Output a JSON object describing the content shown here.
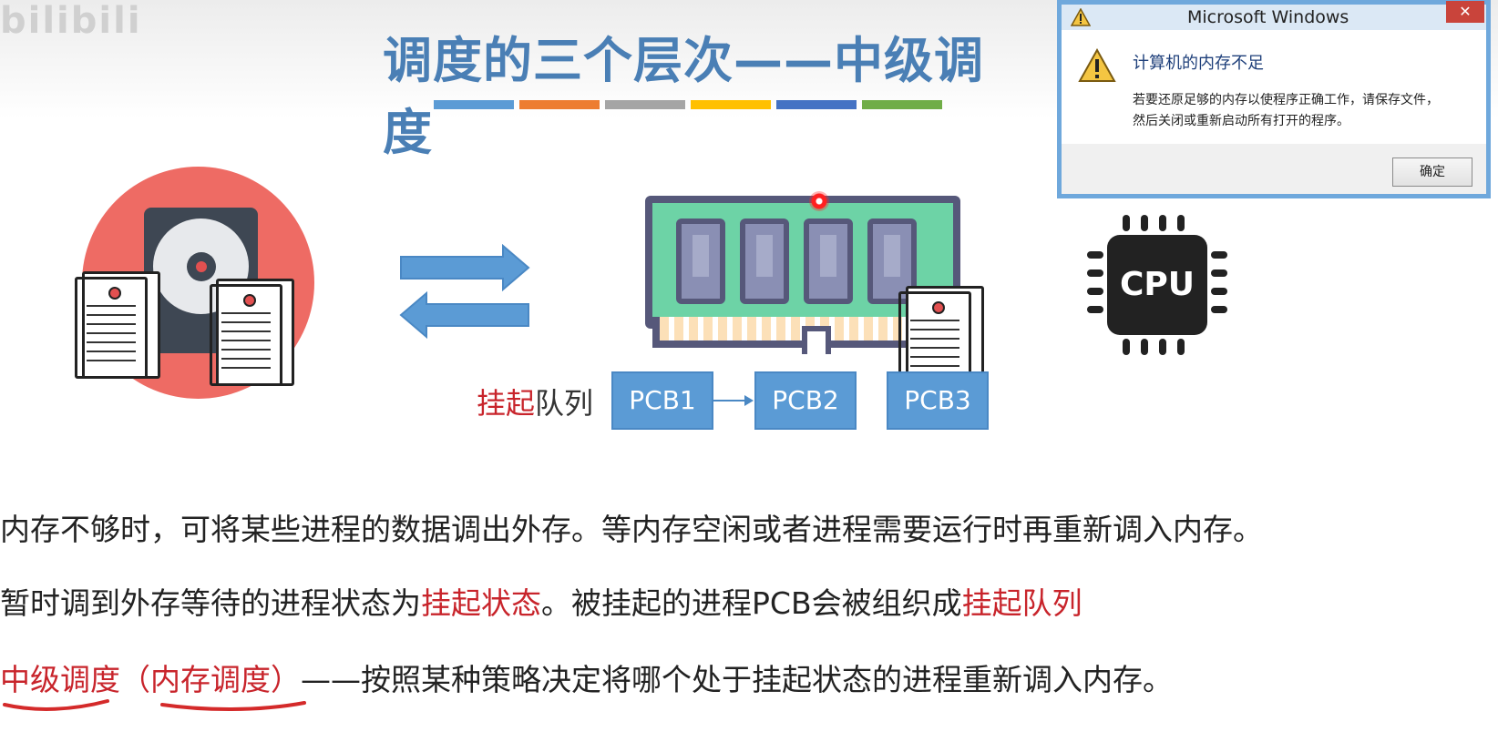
{
  "watermark": "bilibili",
  "slide": {
    "title": "调度的三个层次——中级调度",
    "stripe_colors": [
      "#5b9bd5",
      "#ed7d31",
      "#a5a5a5",
      "#ffc000",
      "#4472c4",
      "#70ad47"
    ]
  },
  "diagram": {
    "queue_label_red": "挂起",
    "queue_label_black": "队列",
    "pcb": [
      "PCB1",
      "PCB2",
      "PCB3"
    ],
    "cpu_label": "CPU",
    "icons": [
      "hard-disk-icon",
      "document-icon",
      "memory-icon",
      "cpu-icon",
      "swap-arrows-icon"
    ]
  },
  "dialog": {
    "window_title": "Microsoft Windows",
    "close_glyph": "✕",
    "heading": "计算机的内存不足",
    "message_line1": "若要还原足够的内存以使程序正确工作，请保存文件，",
    "message_line2": "然后关闭或重新启动所有打开的程序。",
    "ok_label": "确定"
  },
  "text": {
    "line1": "内存不够时，可将某些进程的数据调出外存。等内存空闲或者进程需要运行时再重新调入内存。",
    "line2_a": "暂时调到外存等待的进程状态为",
    "line2_b": "挂起状态",
    "line2_c": "。被挂起的进程PCB会被组织成",
    "line2_d": "挂起队列",
    "line3_a": "中级调度",
    "line3_b": "（内存调度）",
    "line3_c": "——按照某种策略决定将哪个处于挂起状态的进程重新调入内存。"
  },
  "colors": {
    "title": "#4a7fb5",
    "highlight": "#c8242b",
    "pcb": "#5b9bd5",
    "dialog_border": "#6fa8dc"
  }
}
